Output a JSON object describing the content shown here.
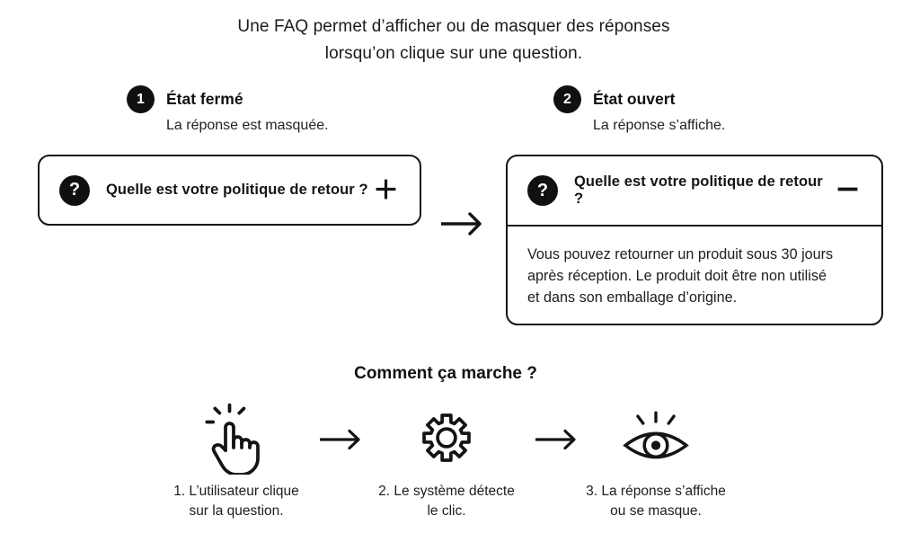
{
  "title": {
    "line1": "Une FAQ permet d’afficher ou de masquer des réponses",
    "line2": "lorsqu’on clique sur une question."
  },
  "states": {
    "closed": {
      "number": "1",
      "label": "État fermé",
      "description": "La réponse est masquée."
    },
    "open": {
      "number": "2",
      "label": "État ouvert",
      "description": "La réponse s’affiche."
    }
  },
  "faq": {
    "question_icon": "?",
    "question": "Quelle est votre politique de retour ?",
    "answer": "Vous pouvez retourner un produit sous 30 jours après réception. Le produit doit être non utilisé et dans son emballage d’origine."
  },
  "how_it_works": {
    "title": "Comment ça marche ?",
    "steps": [
      {
        "icon": "click-hand-icon",
        "line1": "1. L’utilisateur clique",
        "line2": "sur la question."
      },
      {
        "icon": "gear-icon",
        "line1": "2. Le système détecte",
        "line2": "le clic."
      },
      {
        "icon": "eye-icon",
        "line1": "3. La réponse s’affiche",
        "line2": "ou se masque."
      }
    ]
  },
  "colors": {
    "background": "#ffffff",
    "ink": "#141414"
  }
}
